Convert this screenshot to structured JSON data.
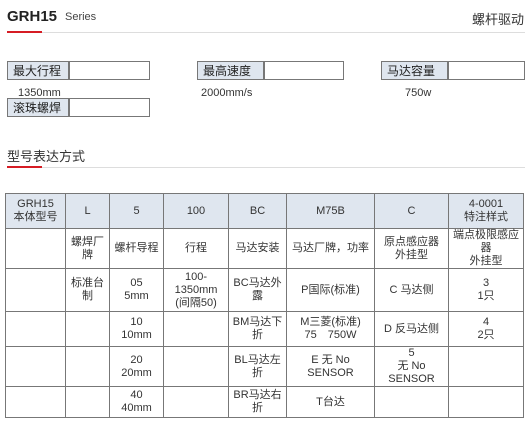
{
  "header": {
    "model": "GRH15",
    "series": "Series",
    "drive": "螺杆驱动"
  },
  "specs": {
    "max_travel_label": "最大行程",
    "max_travel_value": "1350mm",
    "screw_label": "滚珠螺焊",
    "max_speed_label": "最高速度",
    "max_speed_value": "2000mm/s",
    "motor_cap_label": "马达容量",
    "motor_cap_value": "750w"
  },
  "section": {
    "title": "型号表达方式"
  },
  "table": {
    "header": [
      "GRH15\n本体型号",
      "L",
      "5",
      "100",
      "BC",
      "M75B",
      "C",
      "4-0001\n特注样式"
    ],
    "desc": [
      "螺焊厂\n牌",
      "螺杆导程",
      "行程",
      "马达安装",
      "马达厂牌，功率",
      "原点感应器\n外挂型",
      "端点极限感应器\n外挂型"
    ],
    "rows": [
      [
        "标准台\n制",
        "05\n5mm",
        "100-\n1350mm\n(间隔50)",
        "BC马达外\n露",
        "P国际(标准)",
        "C 马达侧",
        "3\n1只"
      ],
      [
        "",
        "10\n10mm",
        "",
        "BM马达下\n折",
        "M三菱(标准)\n75　750W",
        "D 反马达侧",
        "4\n2只"
      ],
      [
        "",
        "20\n20mm",
        "",
        "BL马达左\n折",
        "E 无 No\nSENSOR",
        "5\n无 No\nSENSOR",
        ""
      ],
      [
        "",
        "40\n40mm",
        "",
        "BR马达右\n折",
        "T台达",
        "",
        ""
      ]
    ]
  },
  "colors": {
    "accent": "#d61c24",
    "label_bg": "#dfe6ef",
    "border": "#777777"
  }
}
